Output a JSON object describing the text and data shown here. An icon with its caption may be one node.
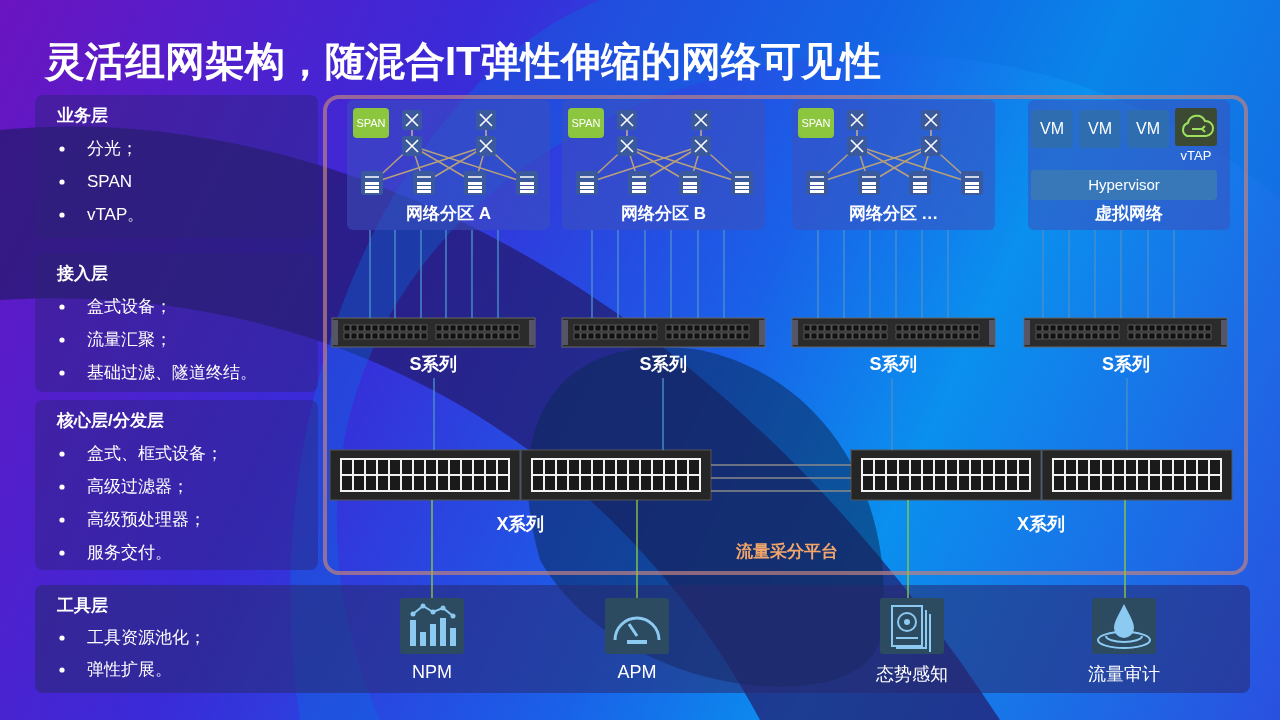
{
  "diagram": {
    "title": "灵活组网架构，随混合IT弹性伸缩的网络可见性",
    "nodes": [
      {
        "text": [
          "业务层",
          "分光；",
          "SPAN",
          "vTAP。"
        ]
      },
      {
        "text": [
          "接入层",
          "盒式设备；",
          "流量汇聚；",
          "基础过滤、隧道终结。"
        ]
      },
      {
        "text": [
          "核心层/分发层",
          "盒式、框式设备；",
          "高级过滤器；",
          "高级预处理器；",
          "服务交付。"
        ]
      },
      {
        "text": [
          "工具层",
          "工具资源池化；",
          "弹性扩展。"
        ]
      },
      {
        "text": [
          "流量采分平台"
        ]
      },
      {
        "text": [
          "网络分区 A"
        ],
        "in": 4
      },
      {
        "text": [
          "网络分区 B"
        ],
        "in": 4
      },
      {
        "text": [
          "网络分区 …"
        ],
        "in": 4
      },
      {
        "text": [
          "虚拟网络"
        ],
        "in": 4
      },
      {
        "text": [
          "SPAN"
        ],
        "in": 5
      },
      {
        "text": [
          "SPAN"
        ],
        "in": 6
      },
      {
        "text": [
          "SPAN"
        ],
        "in": 7
      },
      {
        "text": [
          "VM"
        ],
        "in": 8
      },
      {
        "text": [
          "VM"
        ],
        "in": 8
      },
      {
        "text": [
          "VM"
        ],
        "in": 8
      },
      {
        "text": [
          "Hypervisor"
        ],
        "in": 8
      },
      {
        "text": [
          "vTAP"
        ],
        "in": 8
      },
      {
        "text": [],
        "shape": "picture",
        "beside": [
          "S系列"
        ],
        "in": 4
      },
      {
        "text": [],
        "shape": "picture",
        "beside": [
          "S系列"
        ],
        "in": 4
      },
      {
        "text": [],
        "shape": "picture",
        "beside": [
          "S系列"
        ],
        "in": 4
      },
      {
        "text": [],
        "shape": "picture",
        "beside": [
          "S系列"
        ],
        "in": 4
      },
      {
        "text": [],
        "shape": "picture",
        "beside": [
          "X系列"
        ],
        "in": 4
      },
      {
        "text": [],
        "shape": "picture",
        "beside": [
          "X系列"
        ],
        "in": 4
      },
      {
        "text": [
          "NPM"
        ],
        "in": 3
      },
      {
        "text": [
          "APM"
        ],
        "in": 3
      },
      {
        "text": [
          "态势感知"
        ],
        "in": 3
      },
      {
        "text": [
          "流量审计"
        ],
        "in": 3
      }
    ],
    "edges": [
      {
        "from": 5,
        "to": 17,
        "arrow": "none"
      },
      {
        "from": 5,
        "to": 17,
        "arrow": "none"
      },
      {
        "from": 5,
        "to": 17,
        "arrow": "none"
      },
      {
        "from": 5,
        "to": 17,
        "arrow": "none"
      },
      {
        "from": 5,
        "to": 17,
        "arrow": "none"
      },
      {
        "from": 5,
        "to": 17,
        "arrow": "none"
      },
      {
        "from": 6,
        "to": 18,
        "arrow": "none"
      },
      {
        "from": 6,
        "to": 18,
        "arrow": "none"
      },
      {
        "from": 6,
        "to": 18,
        "arrow": "none"
      },
      {
        "from": 6,
        "to": 18,
        "arrow": "none"
      },
      {
        "from": 6,
        "to": 18,
        "arrow": "none"
      },
      {
        "from": 6,
        "to": 18,
        "arrow": "none"
      },
      {
        "from": 7,
        "to": 19,
        "arrow": "none"
      },
      {
        "from": 7,
        "to": 19,
        "arrow": "none"
      },
      {
        "from": 7,
        "to": 19,
        "arrow": "none"
      },
      {
        "from": 7,
        "to": 19,
        "arrow": "none"
      },
      {
        "from": 7,
        "to": 19,
        "arrow": "none"
      },
      {
        "from": 7,
        "to": 19,
        "arrow": "none"
      },
      {
        "from": 8,
        "to": 20,
        "arrow": "none"
      },
      {
        "from": 8,
        "to": 20,
        "arrow": "none"
      },
      {
        "from": 8,
        "to": 20,
        "arrow": "none"
      },
      {
        "from": 8,
        "to": 20,
        "arrow": "none"
      },
      {
        "from": 8,
        "to": 20,
        "arrow": "none"
      },
      {
        "from": 8,
        "to": 20,
        "arrow": "none"
      },
      {
        "from": 17,
        "to": 21,
        "arrow": "none"
      },
      {
        "from": 18,
        "to": 21,
        "arrow": "none"
      },
      {
        "from": 19,
        "to": 22,
        "arrow": "none"
      },
      {
        "from": 20,
        "to": 22,
        "arrow": "none"
      },
      {
        "from": 21,
        "to": 22,
        "arrow": "none",
        "color": "#8a8a8a"
      },
      {
        "from": 21,
        "to": 22,
        "arrow": "none",
        "color": "#8a8a8a"
      },
      {
        "from": 21,
        "to": 22,
        "arrow": "none",
        "color": "#8a8a8a"
      },
      {
        "from": 21,
        "to": 23,
        "arrow": "none",
        "color": "#8dc63f"
      },
      {
        "from": 21,
        "to": 24,
        "arrow": "none",
        "color": "#8dc63f"
      },
      {
        "from": 22,
        "to": 25,
        "arrow": "none",
        "color": "#8dc63f"
      },
      {
        "from": 22,
        "to": 26,
        "arrow": "none",
        "color": "#8dc63f"
      }
    ]
  }
}
